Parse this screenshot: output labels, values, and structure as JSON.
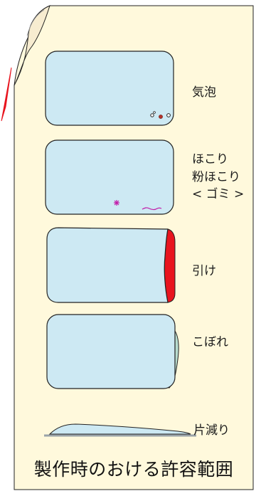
{
  "labels": {
    "bubbles": "気泡",
    "dust_1": "ほこり",
    "dust_2": "粉ほこり",
    "dust_3": "< ゴミ >",
    "pull": "引け",
    "spill": "こぼれ",
    "thinning": "片減り"
  },
  "footer": "製作時のおける許容範囲",
  "colors": {
    "page_bg": "#fff9dc",
    "card_fill": "#cde9f3",
    "card_stroke": "#222222",
    "defect_red": "#e8141e",
    "dust_magenta": "#c21aa8",
    "bubble_red": "#b5332a"
  }
}
